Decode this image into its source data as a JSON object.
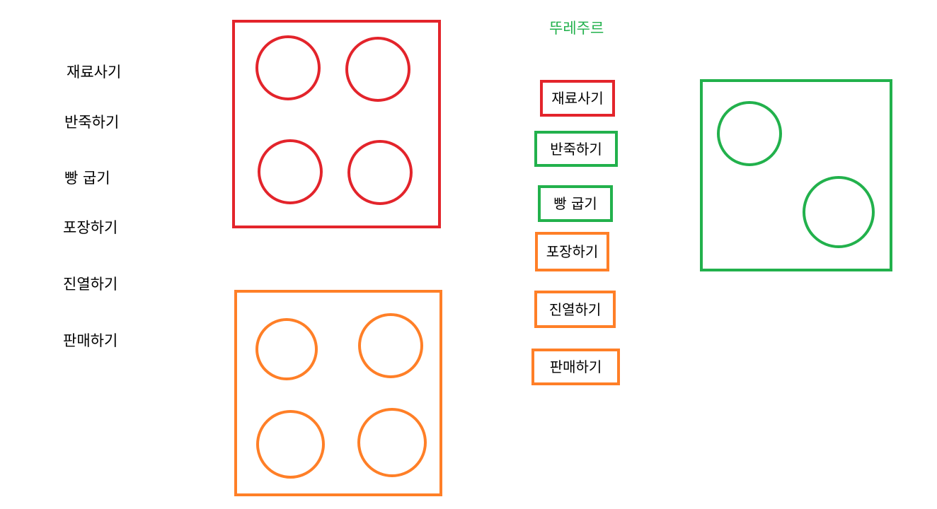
{
  "colors": {
    "red": "#e3242b",
    "green": "#22b14c",
    "orange": "#ff7f27"
  },
  "left_steps": [
    "재료사기",
    "반죽하기",
    "빵 굽기",
    "포장하기",
    "진열하기",
    "판매하기"
  ],
  "middle": {
    "title": "뚜레주르",
    "steps": [
      {
        "label": "재료사기",
        "color": "red"
      },
      {
        "label": "반죽하기",
        "color": "green"
      },
      {
        "label": "빵 굽기",
        "color": "green"
      },
      {
        "label": "포장하기",
        "color": "orange"
      },
      {
        "label": "진열하기",
        "color": "orange"
      },
      {
        "label": "판매하기",
        "color": "orange"
      }
    ]
  },
  "groups": [
    {
      "name": "red-group",
      "color": "red",
      "circle_count": 4
    },
    {
      "name": "orange-group",
      "color": "orange",
      "circle_count": 4
    },
    {
      "name": "green-group",
      "color": "green",
      "circle_count": 2
    }
  ]
}
